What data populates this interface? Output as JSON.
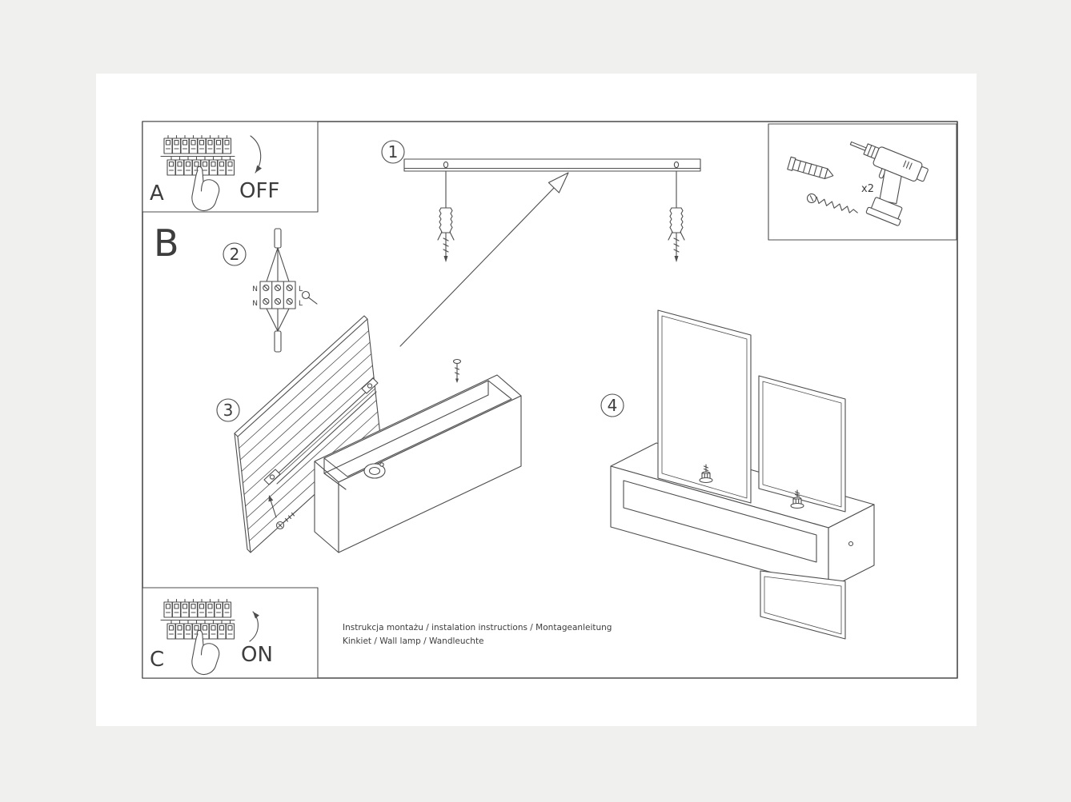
{
  "sheet": {
    "title_block": {
      "line1": "Instrukcja montażu / instalation instructions / Montageanleitung",
      "line2": "Kinkiet / Wall lamp / Wandleuchte"
    }
  },
  "steps": {
    "s1": "1",
    "s2": "2",
    "s3": "3",
    "s4": "4"
  },
  "power_off": {
    "letter": "A",
    "state": "OFF"
  },
  "section_b": {
    "letter": "B"
  },
  "power_on": {
    "letter": "C",
    "state": "ON"
  },
  "tools": {
    "anchor_qty": "x2"
  },
  "wiring": {
    "neutral": "N",
    "live": "L"
  },
  "colors": {
    "line": "#4d4d4d",
    "paper": "#ffffff",
    "backdrop": "#f0f0ee"
  }
}
